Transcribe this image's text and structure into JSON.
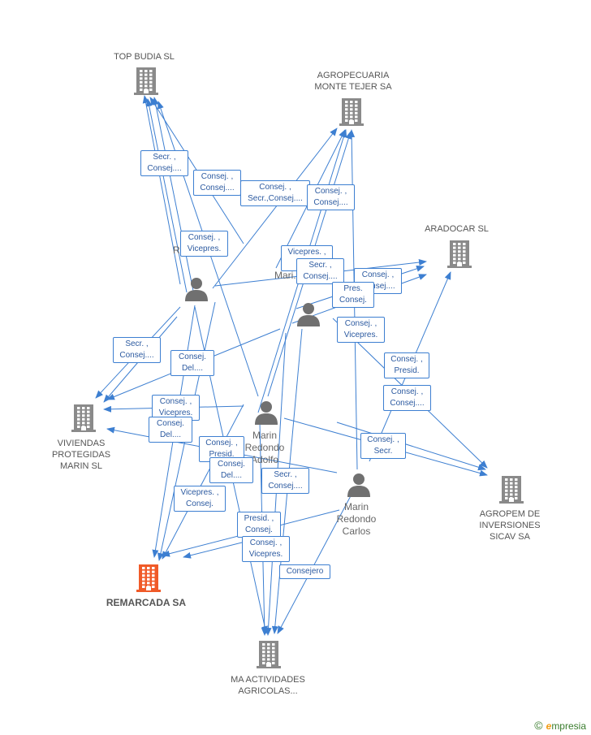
{
  "colors": {
    "edge": "#3d7fd1",
    "company": "#8a8a8a",
    "company_main": "#f05a28",
    "person": "#707070",
    "label_text": "#2c5aa0"
  },
  "companies": [
    {
      "id": "top_budia",
      "name": "TOP BUDIA SL",
      "icon": "building-icon"
    },
    {
      "id": "agropecuaria",
      "name": "AGROPECUARIA MONTE TEJER SA",
      "icon": "building-icon"
    },
    {
      "id": "aradocar",
      "name": "ARADOCAR SL",
      "icon": "building-icon"
    },
    {
      "id": "viviendas",
      "name": "VIVIENDAS PROTEGIDAS MARIN SL",
      "icon": "building-icon"
    },
    {
      "id": "remarcada",
      "name": "REMARCADA SA",
      "icon": "building-icon",
      "highlight": true
    },
    {
      "id": "agropem",
      "name": "AGROPEM DE INVERSIONES SICAV SA",
      "icon": "building-icon"
    },
    {
      "id": "ma_actividades",
      "name": "MA ACTIVIDADES AGRICOLAS...",
      "icon": "building-icon"
    }
  ],
  "persons": [
    {
      "id": "arturo",
      "name": "R... Arturo",
      "icon": "person-icon"
    },
    {
      "id": "alberto",
      "name": "Mari... Alberto",
      "icon": "person-icon"
    },
    {
      "id": "adolfo",
      "name": "Marin Redondo Adolfo",
      "icon": "person-icon"
    },
    {
      "id": "carlos",
      "name": "Marin Redondo Carlos",
      "icon": "person-icon"
    }
  ],
  "edge_labels": [
    {
      "text": "Secr. , Consej...."
    },
    {
      "text": "Consej. , Consej...."
    },
    {
      "text": "Consej. , Secr.,Consej...."
    },
    {
      "text": "Consej. , Consej...."
    },
    {
      "text": "Consej. , Vicepres."
    },
    {
      "text": "Vicepres. , C..."
    },
    {
      "text": "Secr. , Consej...."
    },
    {
      "text": "Consej. , Consej...."
    },
    {
      "text": "Pres. Consej."
    },
    {
      "text": "Consej. , Vicepres."
    },
    {
      "text": "Secr. , Consej...."
    },
    {
      "text": "Consej. Del...."
    },
    {
      "text": "Consej. , Presid."
    },
    {
      "text": "Consej. , Consej...."
    },
    {
      "text": "Consej. , Vicepres."
    },
    {
      "text": "Consej. Del...."
    },
    {
      "text": "Consej. , Presid."
    },
    {
      "text": "Consej. Del...."
    },
    {
      "text": "Consej. , Secr."
    },
    {
      "text": "Secr. , Consej...."
    },
    {
      "text": "Vicepres. , Consej."
    },
    {
      "text": "Presid. , Consej."
    },
    {
      "text": "Consej. , Vicepres."
    },
    {
      "text": "Consejero"
    }
  ],
  "footer": {
    "copyright": "©",
    "brand_first": "e",
    "brand_rest": "mpresia"
  }
}
